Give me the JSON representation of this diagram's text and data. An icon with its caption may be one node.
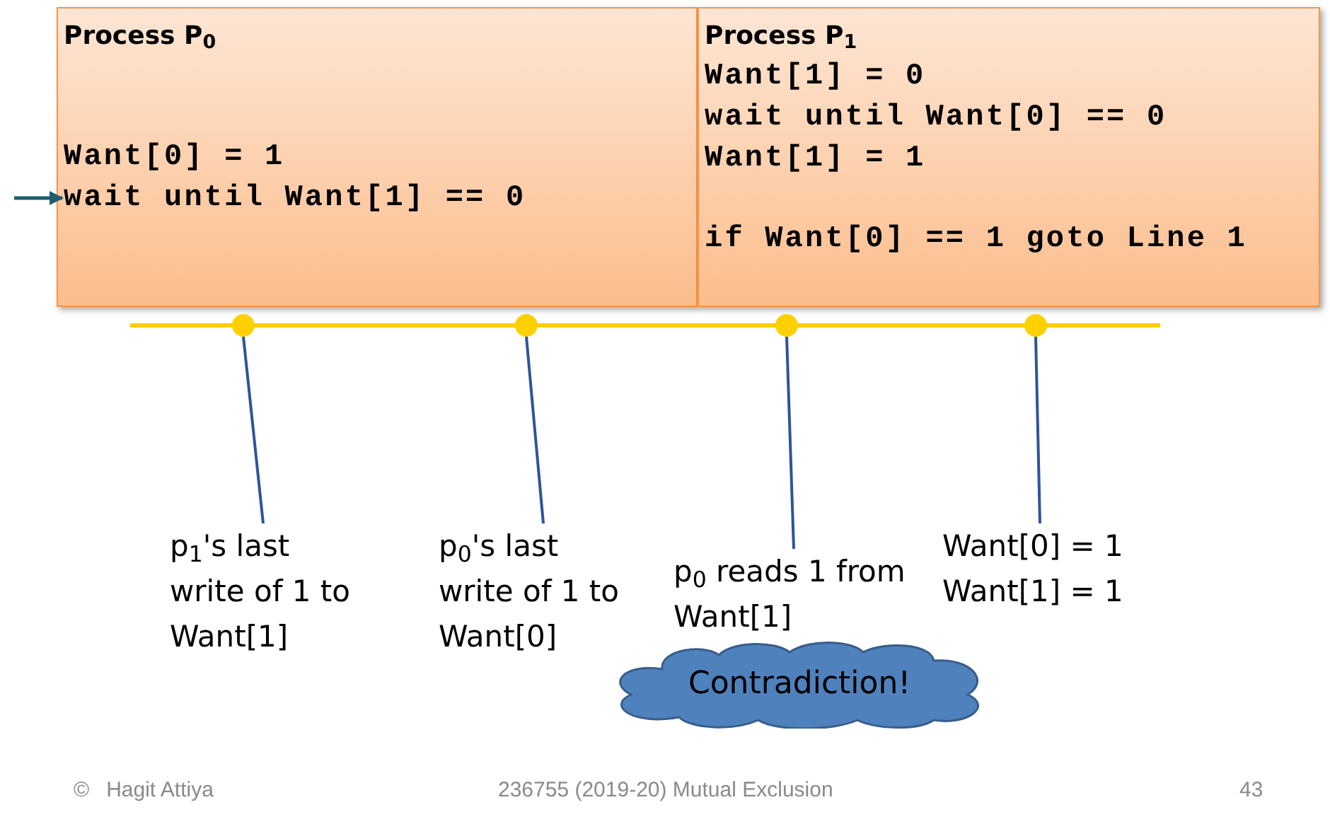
{
  "diagram": {
    "nodes": [
      {
        "text": [
          "Process P$_{0}$",
          "Want[0] = 1"
        ]
      },
      {
        "text": [
          "wait until Want[1] == 0"
        ],
        "in": 0
      },
      {
        "text": [
          "Process P$_{1}$",
          "Want[1] = 0",
          "wait until Want[0] == 0",
          "Want[1] = 1",
          "if Want[0] == 1 goto Line 1"
        ]
      },
      {
        "text": [],
        "shape": "circle"
      },
      {
        "text": [],
        "shape": "circle"
      },
      {
        "text": [],
        "shape": "circle"
      },
      {
        "text": [],
        "shape": "circle"
      },
      {
        "text": [
          "p$_{1}$'s last write of 1 to Want[1]"
        ]
      },
      {
        "text": [
          "p$_{0}$'s last write of 1 to Want[0]"
        ]
      },
      {
        "text": [
          "p$_{0}$ reads 1 from Want[1]"
        ]
      },
      {
        "text": [
          "Want[0] = 1 Want[1] = 1"
        ]
      },
      {
        "text": [
          "Contradiction!"
        ]
      }
    ],
    "edges": [
      {
        "from": null,
        "to": 1,
        "arrow": "to"
      },
      {
        "from": 7,
        "to": 3,
        "arrow": "none"
      },
      {
        "from": 8,
        "to": 4,
        "arrow": "none"
      },
      {
        "from": 9,
        "to": 5,
        "arrow": "none"
      },
      {
        "from": 10,
        "to": 6,
        "arrow": "none"
      }
    ],
    "labels": [
      "©",
      "Hagit Attiya",
      "236755 (2019-20) Mutual Exclusion",
      "43"
    ]
  }
}
